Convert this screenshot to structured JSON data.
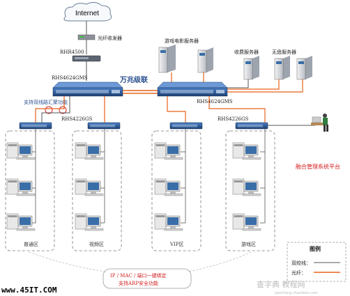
{
  "internet": "Internet",
  "optical_transceiver": "光纤收发器",
  "router": "RHR4500",
  "core_left": "RHS4624GMS",
  "core_right": "RHS4624GMS",
  "link_10g": "万兆级联",
  "dual_link": "支持双线路汇聚功能",
  "agg_switch_1": "RHS4226GS",
  "agg_switch_2": "RHS4226GS",
  "servers": {
    "game_movie": "游戏电影服务器",
    "billing": "收费服务器",
    "diskless": "无盘服务器"
  },
  "mgmt_platform": "融合管理系统平台",
  "zones": [
    "普通区",
    "视频区",
    "VIP区",
    "游戏区"
  ],
  "feature_note": {
    "line1": "IP / MAC / 端口一键绑定",
    "line2": "支持ARP安全功能"
  },
  "legend": {
    "title": "图例",
    "twisted_pair": "双绞线：",
    "fiber": "光纤："
  },
  "watermark_left": "www.45IT.COM",
  "watermark_right": "查字典 教程网",
  "watermark_right_sub": "jiaocheng.chazidian.com",
  "colors": {
    "fiber": "#e8621a",
    "twisted_pair": "#555555",
    "accent_red": "#d42020",
    "switch_blue": "#2a5d9f"
  }
}
